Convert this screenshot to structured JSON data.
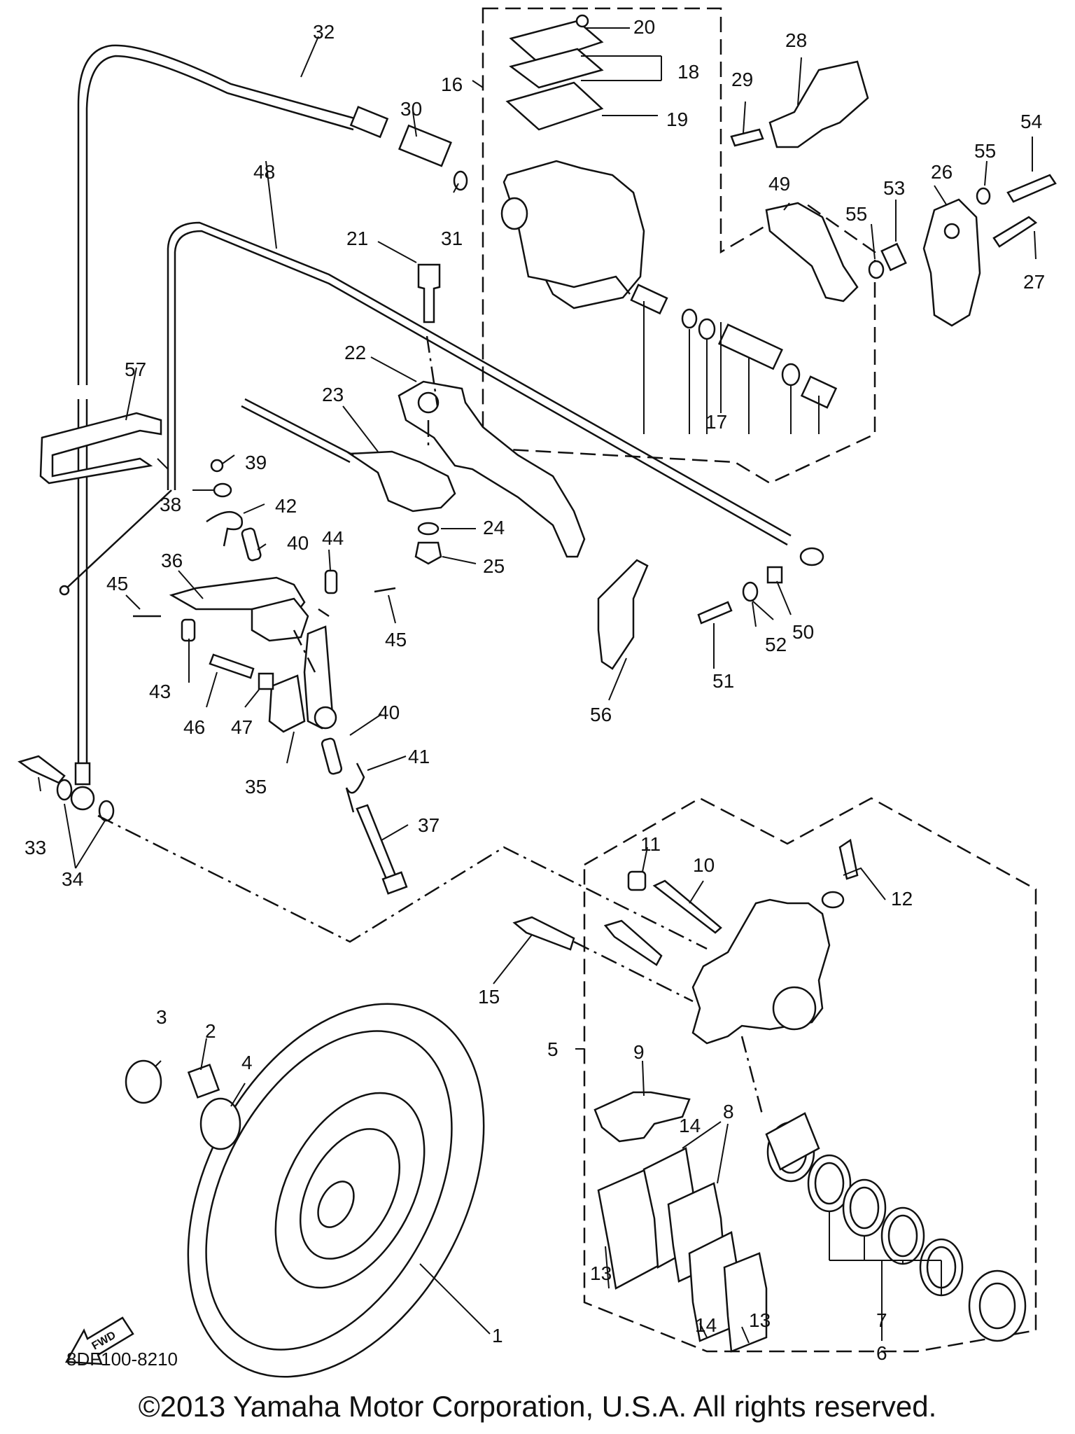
{
  "diagram": {
    "drawing_number": "8DF100-8210",
    "direction_label": "FWD",
    "copyright": "©2013 Yamaha Motor Corporation, U.S.A. All rights reserved.",
    "callouts": [
      "1",
      "2",
      "3",
      "4",
      "5",
      "6",
      "7",
      "8",
      "9",
      "10",
      "11",
      "12",
      "13",
      "13",
      "14",
      "14",
      "15",
      "16",
      "17",
      "18",
      "19",
      "20",
      "21",
      "22",
      "23",
      "24",
      "25",
      "26",
      "27",
      "28",
      "29",
      "30",
      "31",
      "32",
      "33",
      "34",
      "35",
      "36",
      "37",
      "38",
      "39",
      "40",
      "40",
      "41",
      "42",
      "43",
      "44",
      "45",
      "45",
      "46",
      "47",
      "48",
      "49",
      "50",
      "51",
      "52",
      "53",
      "54",
      "55",
      "55",
      "56",
      "57"
    ]
  }
}
